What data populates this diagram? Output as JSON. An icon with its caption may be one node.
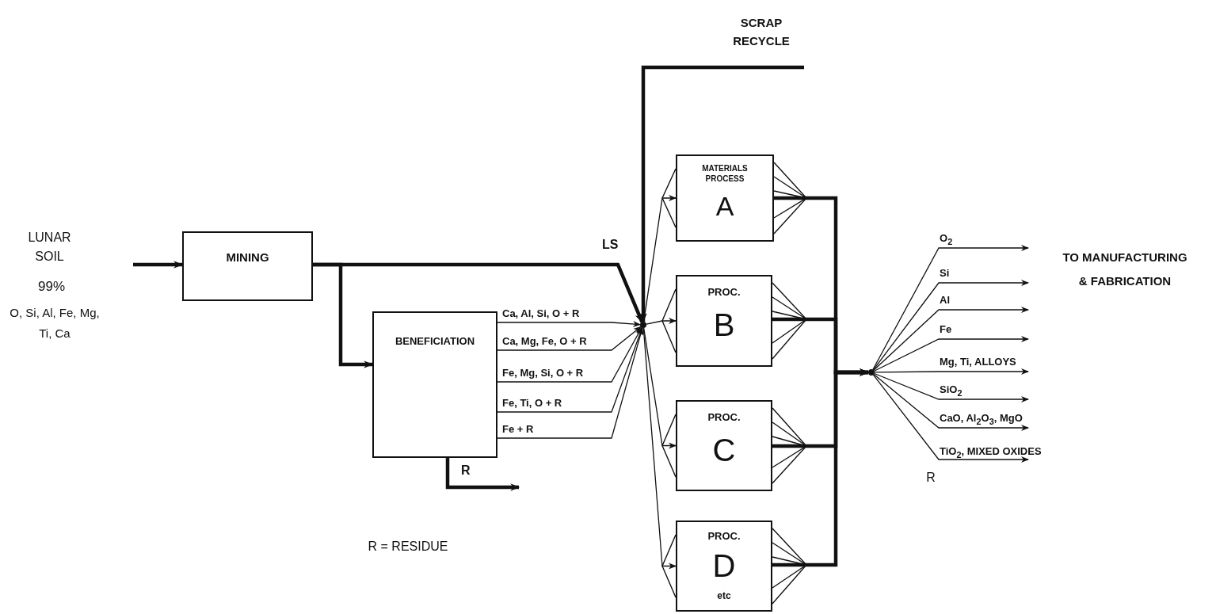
{
  "diagram": {
    "nodes": [
      {
        "text": [
          "MINING"
        ]
      },
      {
        "text": [
          "BENEFICIATION"
        ]
      },
      {
        "text": [],
        "shape": "dot"
      },
      {
        "text": [
          "MATERIALS PROCESS",
          "A"
        ]
      },
      {
        "text": [
          "PROC.",
          "B"
        ]
      },
      {
        "text": [
          "PROC.",
          "C"
        ]
      },
      {
        "text": [
          "PROC.",
          "D",
          "etc"
        ]
      },
      {
        "text": [],
        "shape": "dot"
      }
    ],
    "edges": [
      {
        "from": null,
        "to": 0,
        "arrow": "to",
        "style": "thick"
      },
      {
        "from": 0,
        "to": 2,
        "arrow": "to",
        "label": "LS",
        "style": "thick"
      },
      {
        "from": 0,
        "to": 1,
        "arrow": "to",
        "style": "thick"
      },
      {
        "from": 1,
        "to": 2,
        "arrow": "to",
        "label": "Ca, Al, Si, O + R"
      },
      {
        "from": 1,
        "to": 2,
        "arrow": "to",
        "label": "Ca, Mg, Fe, O + R"
      },
      {
        "from": 1,
        "to": 2,
        "arrow": "to",
        "label": "Fe, Mg, Si, O + R"
      },
      {
        "from": 1,
        "to": 2,
        "arrow": "to",
        "label": "Fe, Ti, O + R"
      },
      {
        "from": 1,
        "to": 2,
        "arrow": "to",
        "label": "Fe + R"
      },
      {
        "from": 1,
        "to": null,
        "arrow": "to",
        "label": "R",
        "style": "thick"
      },
      {
        "from": null,
        "to": 2,
        "arrow": "to",
        "label": "SCRAP RECYCLE",
        "style": "thick"
      },
      {
        "from": 2,
        "to": 3,
        "arrow": "to"
      },
      {
        "from": 2,
        "to": 4,
        "arrow": "to"
      },
      {
        "from": 2,
        "to": 5,
        "arrow": "to"
      },
      {
        "from": 2,
        "to": 6,
        "arrow": "to"
      },
      {
        "from": 3,
        "to": 7,
        "arrow": "to",
        "style": "thick"
      },
      {
        "from": 4,
        "to": 7,
        "arrow": "to",
        "style": "thick"
      },
      {
        "from": 5,
        "to": 7,
        "arrow": "to",
        "style": "thick"
      },
      {
        "from": 6,
        "to": 7,
        "arrow": "to",
        "style": "thick"
      },
      {
        "from": 7,
        "to": null,
        "arrow": "to",
        "label": "O$_{2}$"
      },
      {
        "from": 7,
        "to": null,
        "arrow": "to",
        "label": "Si"
      },
      {
        "from": 7,
        "to": null,
        "arrow": "to",
        "label": "Al"
      },
      {
        "from": 7,
        "to": null,
        "arrow": "to",
        "label": "Fe"
      },
      {
        "from": 7,
        "to": null,
        "arrow": "to",
        "label": "Mg, Ti, ALLOYS"
      },
      {
        "from": 7,
        "to": null,
        "arrow": "to",
        "label": "SiO$_{2}$"
      },
      {
        "from": 7,
        "to": null,
        "arrow": "to",
        "label": "CaO, Al$_{2}$O$_{3}$, MgO"
      },
      {
        "from": 7,
        "to": null,
        "arrow": "to",
        "label": "TiO$_{2}$, MIXED OXIDES"
      }
    ],
    "labels": [
      "LUNAR SOIL",
      "99%",
      "O, Si, Al, Fe, Mg, Ti, Ca",
      "R = RESIDUE",
      "R",
      "TO MANUFACTURING & FABRICATION"
    ]
  }
}
